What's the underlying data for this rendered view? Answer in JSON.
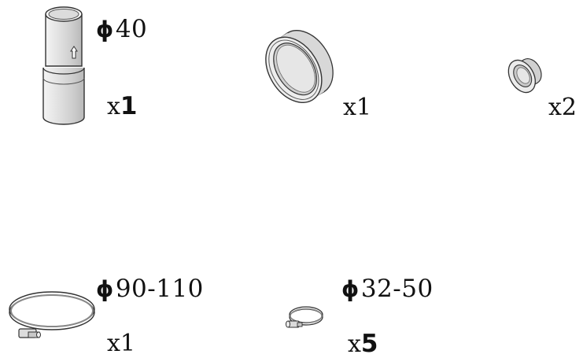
{
  "parts": [
    {
      "id": "pipe-connector",
      "icon": "pipe-with-arrow",
      "diameter_symbol": "ϕ",
      "diameter": "40",
      "qty_prefix": "x",
      "qty": "1"
    },
    {
      "id": "ring-adapter",
      "icon": "flanged-ring",
      "qty_prefix": "x",
      "qty": "1"
    },
    {
      "id": "reducer",
      "icon": "small-flanged-reducer",
      "qty_prefix": "x",
      "qty": "2"
    },
    {
      "id": "large-clamp",
      "icon": "hose-clamp-large",
      "diameter_symbol": "ϕ",
      "diameter": "90-110",
      "qty_prefix": "x",
      "qty": "1"
    },
    {
      "id": "small-clamp",
      "icon": "hose-clamp-small",
      "diameter_symbol": "ϕ",
      "diameter": "32-50",
      "qty_prefix": "x",
      "qty": "5"
    }
  ],
  "colors": {
    "line": "#333333",
    "fill_light": "#ececec",
    "fill_mid": "#d6d6d6",
    "fill_dark": "#bdbdbd"
  }
}
